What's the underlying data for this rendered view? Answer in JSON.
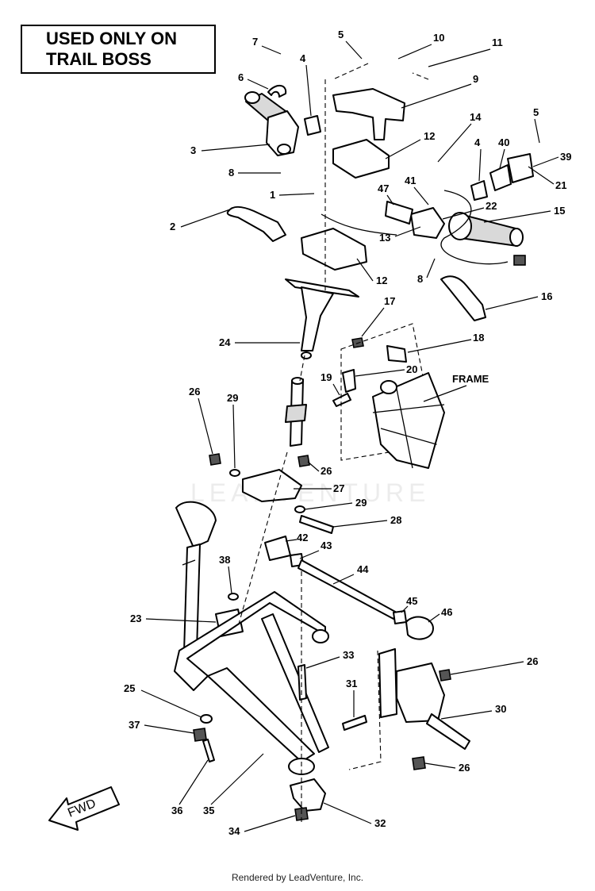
{
  "header_box": {
    "text": "USED ONLY ON\nTRAIL BOSS"
  },
  "frame_label": "FRAME",
  "fwd_label": "FWD",
  "watermark": "LEADVENTURE",
  "footer": "Rendered by LeadVenture, Inc.",
  "callouts": [
    {
      "id": "1",
      "text": "1"
    },
    {
      "id": "2",
      "text": "2"
    },
    {
      "id": "3",
      "text": "3"
    },
    {
      "id": "4a",
      "text": "4"
    },
    {
      "id": "4b",
      "text": "4"
    },
    {
      "id": "5a",
      "text": "5"
    },
    {
      "id": "5b",
      "text": "5"
    },
    {
      "id": "6",
      "text": "6"
    },
    {
      "id": "7",
      "text": "7"
    },
    {
      "id": "8a",
      "text": "8"
    },
    {
      "id": "8b",
      "text": "8"
    },
    {
      "id": "9",
      "text": "9"
    },
    {
      "id": "10",
      "text": "10"
    },
    {
      "id": "11",
      "text": "11"
    },
    {
      "id": "12a",
      "text": "12"
    },
    {
      "id": "12b",
      "text": "12"
    },
    {
      "id": "13",
      "text": "13"
    },
    {
      "id": "14",
      "text": "14"
    },
    {
      "id": "15",
      "text": "15"
    },
    {
      "id": "16",
      "text": "16"
    },
    {
      "id": "17",
      "text": "17"
    },
    {
      "id": "18",
      "text": "18"
    },
    {
      "id": "19",
      "text": "19"
    },
    {
      "id": "20",
      "text": "20"
    },
    {
      "id": "21",
      "text": "21"
    },
    {
      "id": "22",
      "text": "22"
    },
    {
      "id": "23",
      "text": "23"
    },
    {
      "id": "24",
      "text": "24"
    },
    {
      "id": "25",
      "text": "25"
    },
    {
      "id": "26a",
      "text": "26"
    },
    {
      "id": "26b",
      "text": "26"
    },
    {
      "id": "26c",
      "text": "26"
    },
    {
      "id": "26d",
      "text": "26"
    },
    {
      "id": "27",
      "text": "27"
    },
    {
      "id": "28",
      "text": "28"
    },
    {
      "id": "29a",
      "text": "29"
    },
    {
      "id": "29b",
      "text": "29"
    },
    {
      "id": "30",
      "text": "30"
    },
    {
      "id": "31",
      "text": "31"
    },
    {
      "id": "32",
      "text": "32"
    },
    {
      "id": "33",
      "text": "33"
    },
    {
      "id": "34",
      "text": "34"
    },
    {
      "id": "35",
      "text": "35"
    },
    {
      "id": "36",
      "text": "36"
    },
    {
      "id": "37",
      "text": "37"
    },
    {
      "id": "38",
      "text": "38"
    },
    {
      "id": "39",
      "text": "39"
    },
    {
      "id": "40",
      "text": "40"
    },
    {
      "id": "41",
      "text": "41"
    },
    {
      "id": "42",
      "text": "42"
    },
    {
      "id": "43",
      "text": "43"
    },
    {
      "id": "44",
      "text": "44"
    },
    {
      "id": "45",
      "text": "45"
    },
    {
      "id": "46",
      "text": "46"
    },
    {
      "id": "47",
      "text": "47"
    }
  ]
}
